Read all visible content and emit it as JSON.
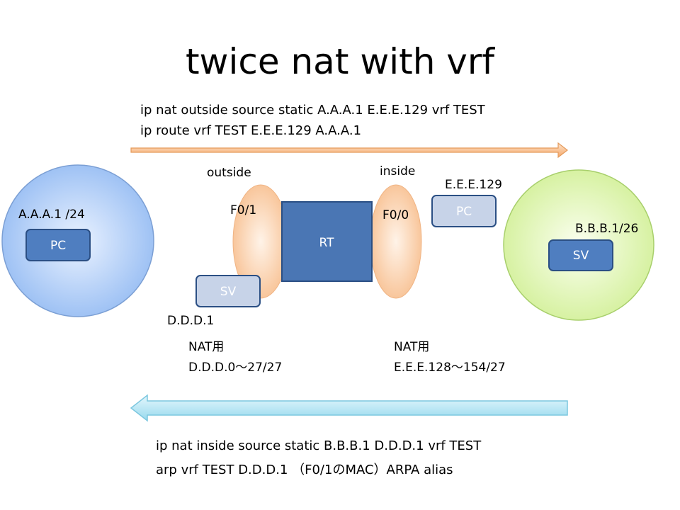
{
  "title": "twice nat with vrf",
  "top_commands": {
    "line1": "ip nat outside source static A.A.A.1 E.E.E.129 vrf TEST",
    "line2": "ip route vrf TEST  E.E.E.129 A.A.A.1"
  },
  "bottom_commands": {
    "line1": "ip nat inside source static B.B.B.1 D.D.D.1 vrf TEST",
    "line2": "arp vrf TEST D.D.D.1 （F0/1のMAC）ARPA alias"
  },
  "left_network": {
    "address": "A.A.A.1 /24",
    "device": "PC"
  },
  "right_network": {
    "address": "B.B.B.1/26",
    "device": "SV"
  },
  "router": {
    "label": "RT",
    "outside_label": "outside",
    "inside_label": "inside",
    "outside_interface": "F0/1",
    "inside_interface": "F0/0"
  },
  "virtual_sv": {
    "label": "SV",
    "address": "D.D.D.1"
  },
  "virtual_pc": {
    "label": "PC",
    "address": "E.E.E.129"
  },
  "nat_pool_left": {
    "title": "NAT用",
    "range": "D.D.D.0～27/27"
  },
  "nat_pool_right": {
    "title": "NAT用",
    "range": "E.E.E.128～154/27"
  },
  "colors": {
    "left_circle": "#a9c8f5",
    "right_circle": "#dcf2a8",
    "interface_oval": "#f8c9a0",
    "router_box": "#4a76b4",
    "device_box": "#4f7ec0",
    "virtual_box": "#c7d3e8",
    "top_arrow": "#f7b57e",
    "bottom_arrow": "#aee3f2"
  }
}
